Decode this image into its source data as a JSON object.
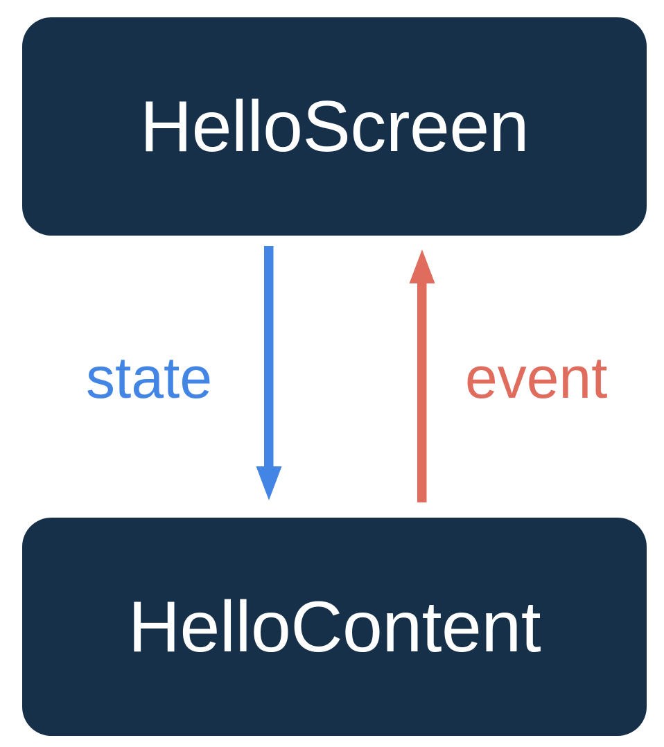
{
  "diagram": {
    "type": "flow-diagram",
    "orientation": "vertical",
    "background_color": "#ffffff",
    "nodes": [
      {
        "id": "hello-screen",
        "label": "HelloScreen",
        "fill_color": "#17304a",
        "text_color": "#ffffff"
      },
      {
        "id": "hello-content",
        "label": "HelloContent",
        "fill_color": "#17304a",
        "text_color": "#ffffff"
      }
    ],
    "edges": [
      {
        "id": "state-edge",
        "label": "state",
        "from": "hello-screen",
        "to": "hello-content",
        "direction": "down",
        "color": "#4285e4"
      },
      {
        "id": "event-edge",
        "label": "event",
        "from": "hello-content",
        "to": "hello-screen",
        "direction": "up",
        "color": "#e06c5e"
      }
    ]
  },
  "icons": {
    "arrow_down": "arrow-down-icon",
    "arrow_up": "arrow-up-icon"
  }
}
